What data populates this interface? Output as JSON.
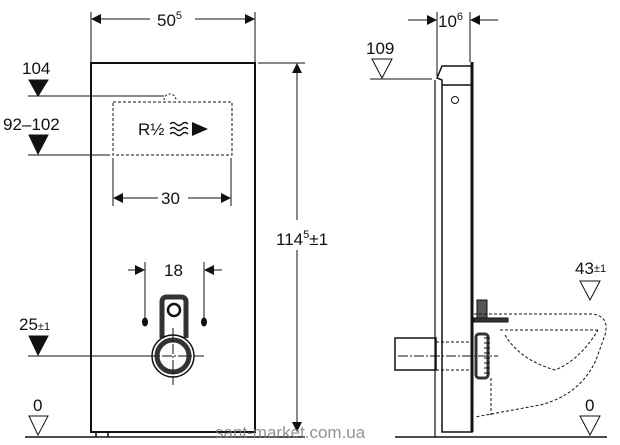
{
  "front_view": {
    "width_label": "50",
    "width_sup": "5",
    "level_104": "104",
    "level_92_102": "92–102",
    "connection_label": "R½",
    "box_width": "30",
    "height_label": "114",
    "height_sup": "5",
    "height_tol": "±1",
    "bolt_spacing": "18",
    "level_25": "25",
    "level_25_tol": "±1",
    "floor_level": "0"
  },
  "side_view": {
    "depth_label": "10",
    "depth_sup": "6",
    "level_109": "109",
    "level_43": "43",
    "level_43_tol": "±1",
    "floor_level": "0"
  },
  "watermark": "sant-market.com.ua",
  "colors": {
    "line": "#111111",
    "watermark": "#777777"
  }
}
